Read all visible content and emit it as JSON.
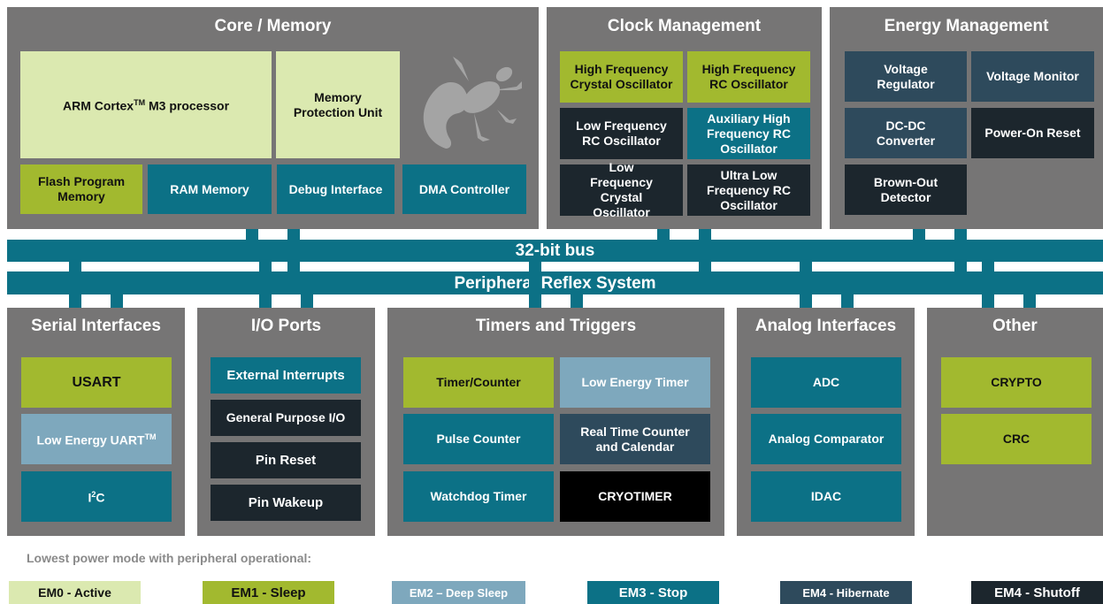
{
  "core": {
    "title": "Core / Memory",
    "arm": {
      "pre": "ARM Cortex",
      "sup": "TM",
      "post": " M3 processor"
    },
    "mpu": "Memory Protection Unit",
    "flash": "Flash Program Memory",
    "ram": "RAM Memory",
    "debug": "Debug Interface",
    "dma": "DMA Controller"
  },
  "clock": {
    "title": "Clock Management",
    "items": [
      "High Frequency Crystal Oscillator",
      "High Frequency RC Oscillator",
      "Low Frequency RC Oscillator",
      "Auxiliary High Frequency RC Oscillator",
      "Low Frequency Crystal Oscillator",
      "Ultra Low Frequency RC Oscillator"
    ]
  },
  "energy": {
    "title": "Energy Management",
    "items": [
      "Voltage Regulator",
      "Voltage Monitor",
      "DC-DC Converter",
      "Power-On Reset",
      "Brown-Out Detector"
    ]
  },
  "bus": {
    "main": "32-bit bus",
    "prs": "Peripheral Reflex System"
  },
  "serial": {
    "title": "Serial Interfaces",
    "usart": "USART",
    "leuart": {
      "pre": "Low Energy UART",
      "sup": "TM"
    },
    "i2c": {
      "pre": "I",
      "sup": "2",
      "post": "C"
    }
  },
  "io": {
    "title": "I/O Ports",
    "items": [
      "External Interrupts",
      "General Purpose I/O",
      "Pin Reset",
      "Pin Wakeup"
    ]
  },
  "timers": {
    "title": "Timers and Triggers",
    "items": [
      "Timer/Counter",
      "Low Energy Timer",
      "Pulse Counter",
      "Real Time Counter and Calendar",
      "Watchdog Timer",
      "CRYOTIMER"
    ]
  },
  "analog": {
    "title": "Analog Interfaces",
    "items": [
      "ADC",
      "Analog Comparator",
      "IDAC"
    ]
  },
  "other": {
    "title": "Other",
    "items": [
      "CRYPTO",
      "CRC"
    ]
  },
  "legend": {
    "title": "Lowest power mode with peripheral operational:",
    "items": [
      "EM0 - Active",
      "EM1 - Sleep",
      "EM2 – Deep Sleep",
      "EM3 - Stop",
      "EM4 - Hibernate",
      "EM4 - Shutoff"
    ]
  },
  "colors": {
    "em0": "#dbe9b0",
    "em1": "#a2b92f",
    "em2": "#7ea8bd",
    "em3": "#0c7186",
    "em4_hibernate": "#2e4a5c",
    "em4_shutoff": "#1c262d",
    "panel": "#767575"
  }
}
